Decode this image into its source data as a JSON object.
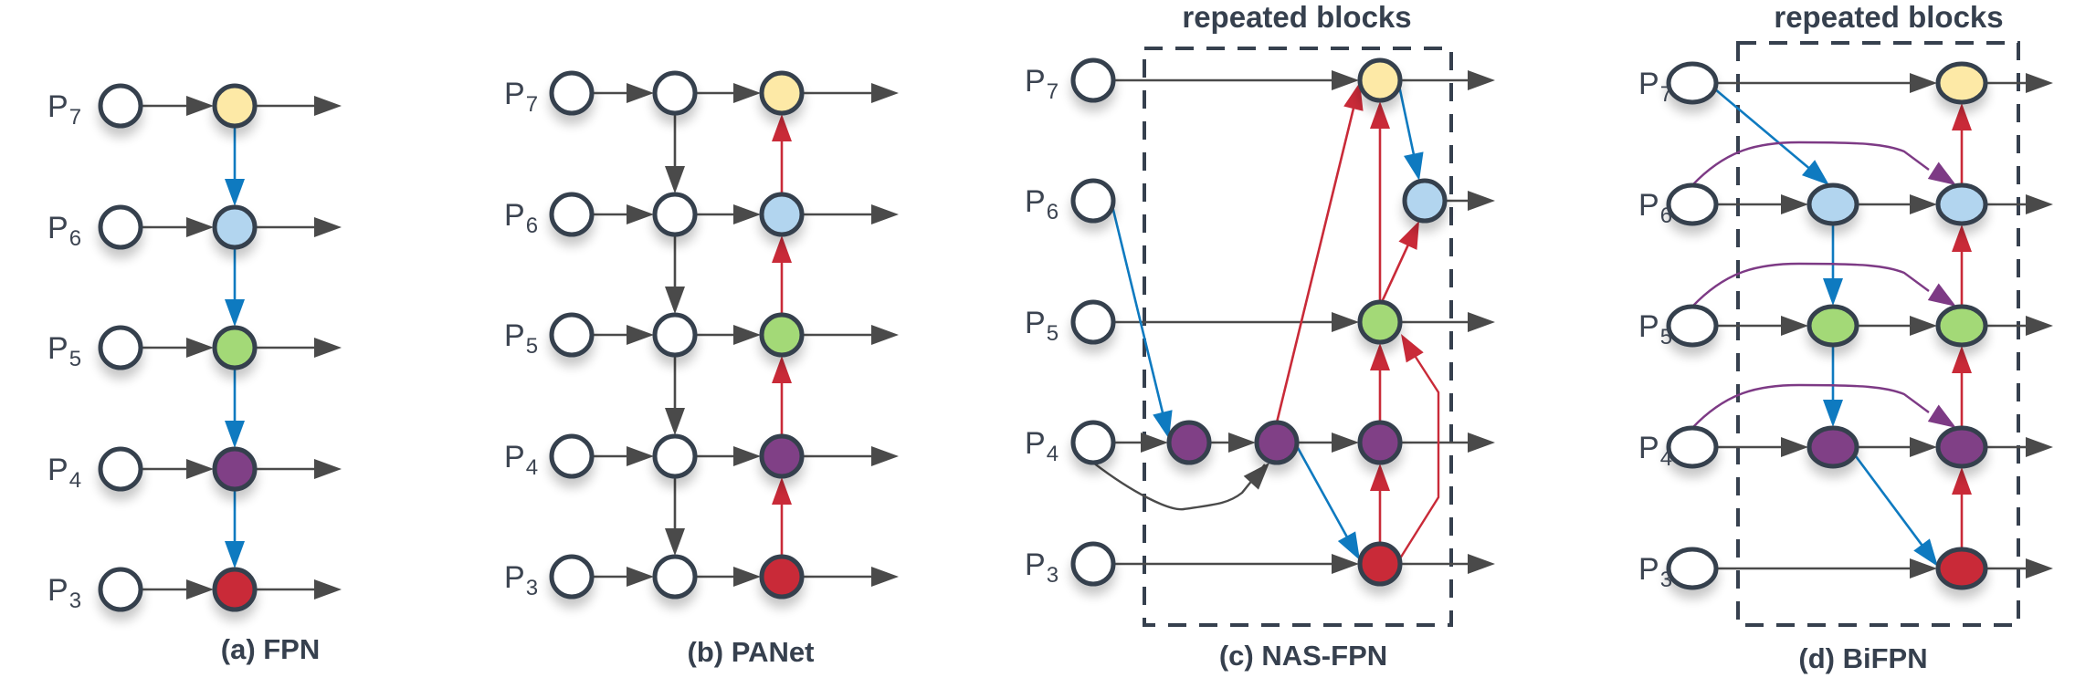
{
  "figure": {
    "level_labels": [
      {
        "prefix": "P",
        "sub": "7"
      },
      {
        "prefix": "P",
        "sub": "6"
      },
      {
        "prefix": "P",
        "sub": "5"
      },
      {
        "prefix": "P",
        "sub": "4"
      },
      {
        "prefix": "P",
        "sub": "3"
      }
    ],
    "colors": {
      "node_stroke": "#36404e",
      "input_fill": "#ffffff",
      "intermediate_fill": "#ffffff",
      "P7": "#fde9a6",
      "P6": "#b2d5ef",
      "P5": "#a3d977",
      "P4": "#803f86",
      "P3": "#c92a38",
      "edge_lateral": "#4a4a4a",
      "edge_top_down": "#0e7ac0",
      "edge_bottom_up": "#c92a38",
      "edge_skip": "#7d3a85",
      "box_dash": "#36404e"
    },
    "panels": [
      {
        "id": "fpn",
        "caption": "(a) FPN",
        "repeated_label": null,
        "node_shape": "circle",
        "description": "Top-down pathway: inputs P7..P3 feed output nodes; blue arrows flow from P7 down to P3."
      },
      {
        "id": "panet",
        "caption": "(b) PANet",
        "repeated_label": null,
        "node_shape": "circle",
        "description": "Extra bottom-up path: white top-down intermediate nodes, then red upward arrows from P3 to P7."
      },
      {
        "id": "nasfpn",
        "caption": "(c) NAS-FPN",
        "repeated_label": "repeated blocks",
        "node_shape": "circle",
        "description": "Searched irregular topology inside a repeated block."
      },
      {
        "id": "bifpn",
        "caption": "(d) BiFPN",
        "repeated_label": "repeated blocks",
        "node_shape": "ellipse",
        "description": "Bidirectional: top-down blue arrows, bottom-up red arrows, purple skip connections from inputs to outputs."
      }
    ]
  }
}
